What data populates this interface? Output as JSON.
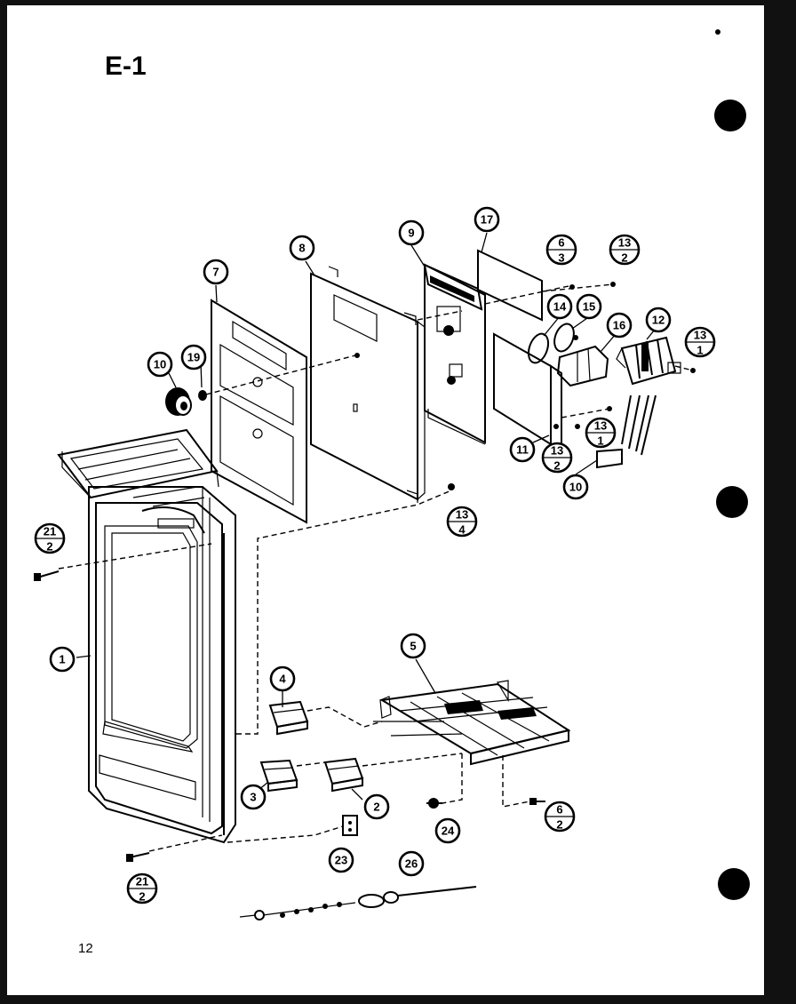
{
  "page": {
    "title": "E-1",
    "page_number": "12",
    "colors": {
      "paper": "#ffffff",
      "ink": "#000000",
      "frame": "#111111"
    }
  },
  "callouts": {
    "c1": "1",
    "c2": "2",
    "c3": "3",
    "c4": "4",
    "c5": "5",
    "c6": {
      "top": "6",
      "bottom": "3"
    },
    "c6b": {
      "top": "6",
      "bottom": "2"
    },
    "c7": "7",
    "c8": "8",
    "c9": "9",
    "c10a": "10",
    "c10b": "10",
    "c11": "11",
    "c12": "12",
    "c13a": {
      "top": "13",
      "bottom": "2"
    },
    "c13b": {
      "top": "13",
      "bottom": "1"
    },
    "c13c": {
      "top": "13",
      "bottom": "1"
    },
    "c13d": {
      "top": "13",
      "bottom": "2"
    },
    "c13e": {
      "top": "13",
      "bottom": "4"
    },
    "c14": "14",
    "c15": "15",
    "c16": "16",
    "c17": "17",
    "c19": "19",
    "c21a": {
      "top": "21",
      "bottom": "2"
    },
    "c21b": {
      "top": "21",
      "bottom": "2"
    },
    "c23": "23",
    "c24": "24",
    "c26": "26"
  }
}
